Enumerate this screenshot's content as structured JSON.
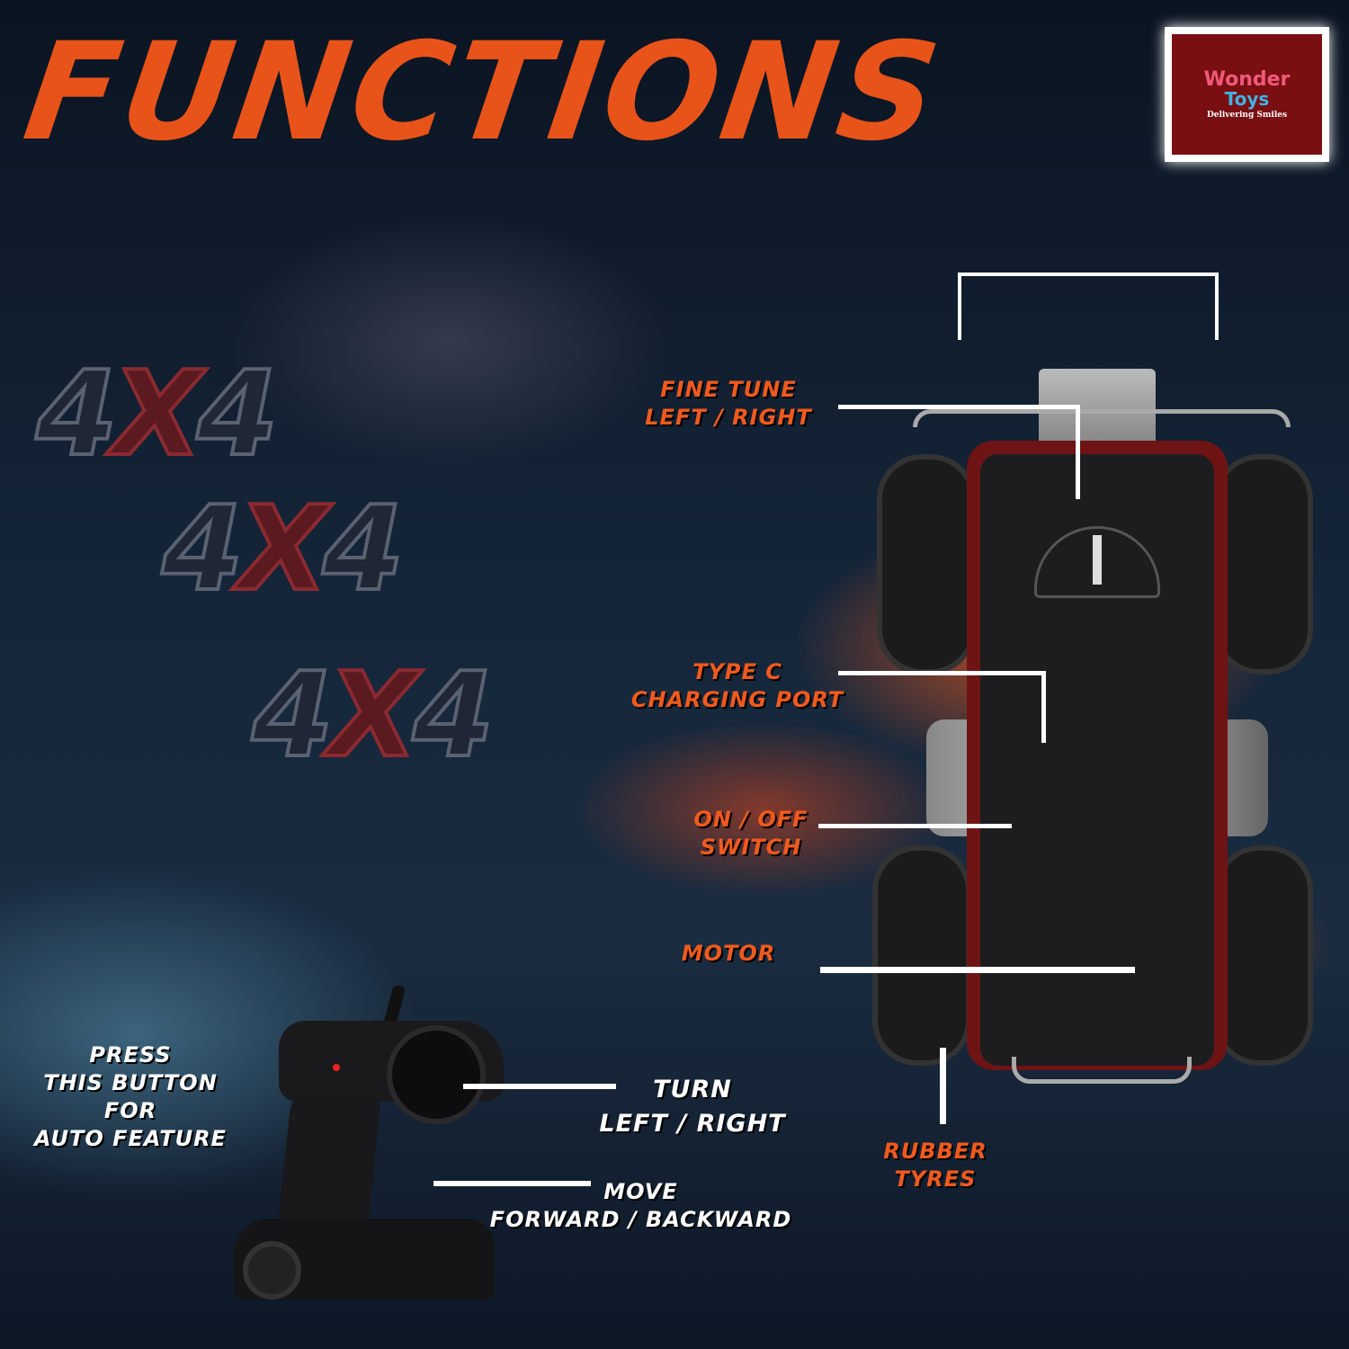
{
  "title": "FUNCTIONS",
  "logo": {
    "brand_line1": "Wonder",
    "brand_line2": "Toys",
    "tagline": "Delivering Smiles"
  },
  "badges": [
    "4X4",
    "4X4",
    "4X4"
  ],
  "car_labels": {
    "fine_tune": [
      "FINE TUNE",
      "LEFT / RIGHT"
    ],
    "type_c": [
      "TYPE C",
      "CHARGING PORT"
    ],
    "on_off": [
      "ON / OFF",
      "SWITCH"
    ],
    "motor": [
      "MOTOR"
    ],
    "tyres": [
      "RUBBER",
      "TYRES"
    ]
  },
  "remote_labels": {
    "auto": [
      "PRESS",
      "THIS BUTTON FOR",
      "AUTO FEATURE"
    ],
    "turn": [
      "TURN",
      "LEFT / RIGHT"
    ],
    "move": [
      "MOVE",
      "FORWARD / BACKWARD"
    ]
  },
  "colors": {
    "accent": "#e8531a",
    "logo_bg": "#7a0f12"
  }
}
